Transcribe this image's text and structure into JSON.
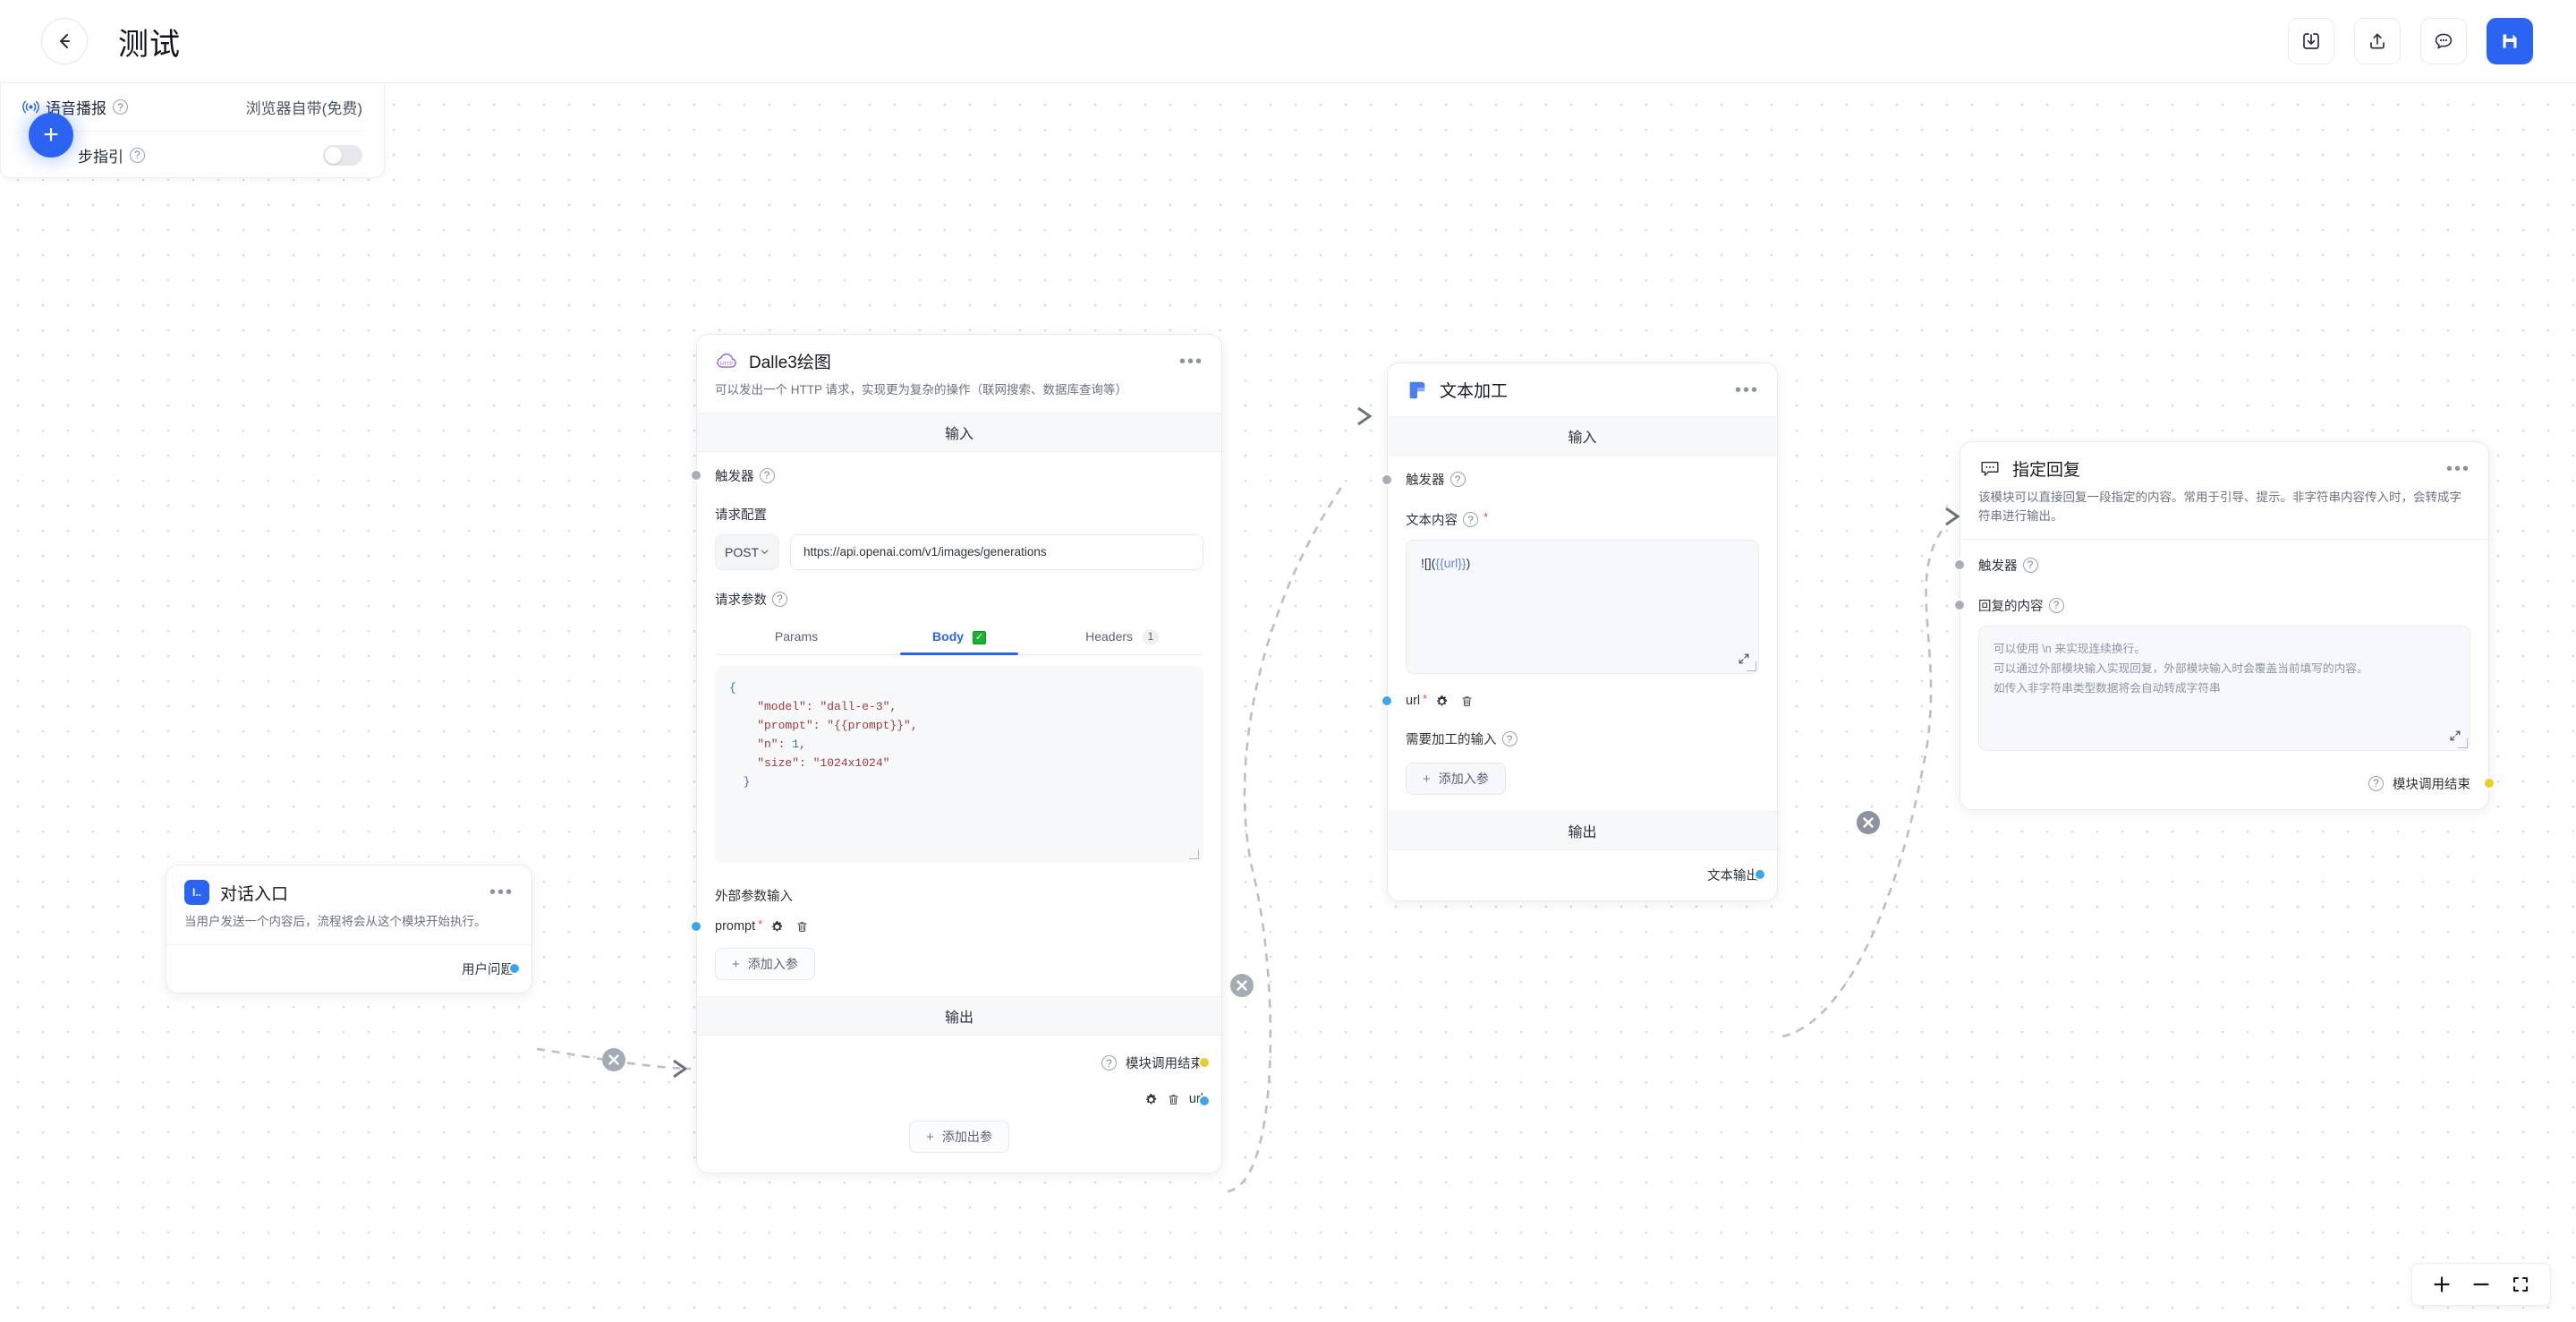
{
  "header": {
    "title": "测试",
    "back_icon": "arrow-left-icon",
    "buttons": [
      {
        "name": "import-button",
        "icon": "import-icon"
      },
      {
        "name": "export-button",
        "icon": "upload-icon"
      },
      {
        "name": "chat-button",
        "icon": "chat-bubble-icon"
      },
      {
        "name": "save-button",
        "icon": "save-icon"
      }
    ]
  },
  "float_panel": {
    "voice_label": "语音播报",
    "voice_value": "浏览器自带(免费)",
    "guide_label": "步指引",
    "fab_label": "+"
  },
  "nodes": {
    "dialog_entry": {
      "title": "对话入口",
      "icon_text": "I..",
      "desc": "当用户发送一个内容后，流程将会从这个模块开始执行。",
      "output_label": "用户问题"
    },
    "http": {
      "title": "Dalle3绘图",
      "icon_text": "HTTP",
      "desc": "可以发出一个 HTTP 请求，实现更为复杂的操作（联网搜索、数据库查询等）",
      "input_section": "输入",
      "trigger_label": "触发器",
      "config_label": "请求配置",
      "method": "POST",
      "url": "https://api.openai.com/v1/images/generations",
      "params_label": "请求参数",
      "tabs": [
        {
          "label": "Params",
          "active": false,
          "check": false,
          "badge": ""
        },
        {
          "label": "Body",
          "active": true,
          "check": true,
          "badge": ""
        },
        {
          "label": "Headers",
          "active": false,
          "check": false,
          "badge": "1"
        }
      ],
      "body_code": {
        "line1": "{",
        "line2": "    \"model\": \"dall-e-3\",",
        "line3": "    \"prompt\": \"{{prompt}}\",",
        "line4_key": "    \"n\": ",
        "line4_num": "1",
        "line4_end": ",",
        "line5": "    \"size\": \"1024x1024\"",
        "line6": "  }"
      },
      "external_label": "外部参数输入",
      "param_name": "prompt",
      "add_input_label": "添加入参",
      "output_section": "输出",
      "module_end_label": "模块调用结束",
      "out_url_label": "url",
      "add_output_label": "添加出参"
    },
    "text_proc": {
      "title": "文本加工",
      "input_section": "输入",
      "trigger_label": "触发器",
      "content_label": "文本内容",
      "content_prefix": "![](",
      "content_token": "{{url}}",
      "content_suffix": ")",
      "in_url_label": "url",
      "need_input_label": "需要加工的输入",
      "add_input_label": "添加入参",
      "output_section": "输出",
      "output_label": "文本输出"
    },
    "reply": {
      "title": "指定回复",
      "desc": "该模块可以直接回复一段指定的内容。常用于引导、提示。非字符串内容传入时，会转成字符串进行输出。",
      "trigger_label": "触发器",
      "content_label": "回复的内容",
      "placeholder_l1": "可以使用 \\n 来实现连续换行。",
      "placeholder_l2": "可以通过外部模块输入实现回复，外部模块输入时会覆盖当前填写的内容。",
      "placeholder_l3": "如传入非字符串类型数据将会自动转成字符串",
      "module_end_label": "模块调用结束"
    }
  },
  "zoom_controls": {
    "zoom_in": "+",
    "zoom_out": "−",
    "fit": "fit-screen-icon"
  },
  "colors": {
    "accent": "#2b63f3",
    "port_blue": "#3ba7e8",
    "port_grey": "#a8aeb8",
    "port_yellow": "#e8cf22",
    "edge": "#b9bec7"
  }
}
